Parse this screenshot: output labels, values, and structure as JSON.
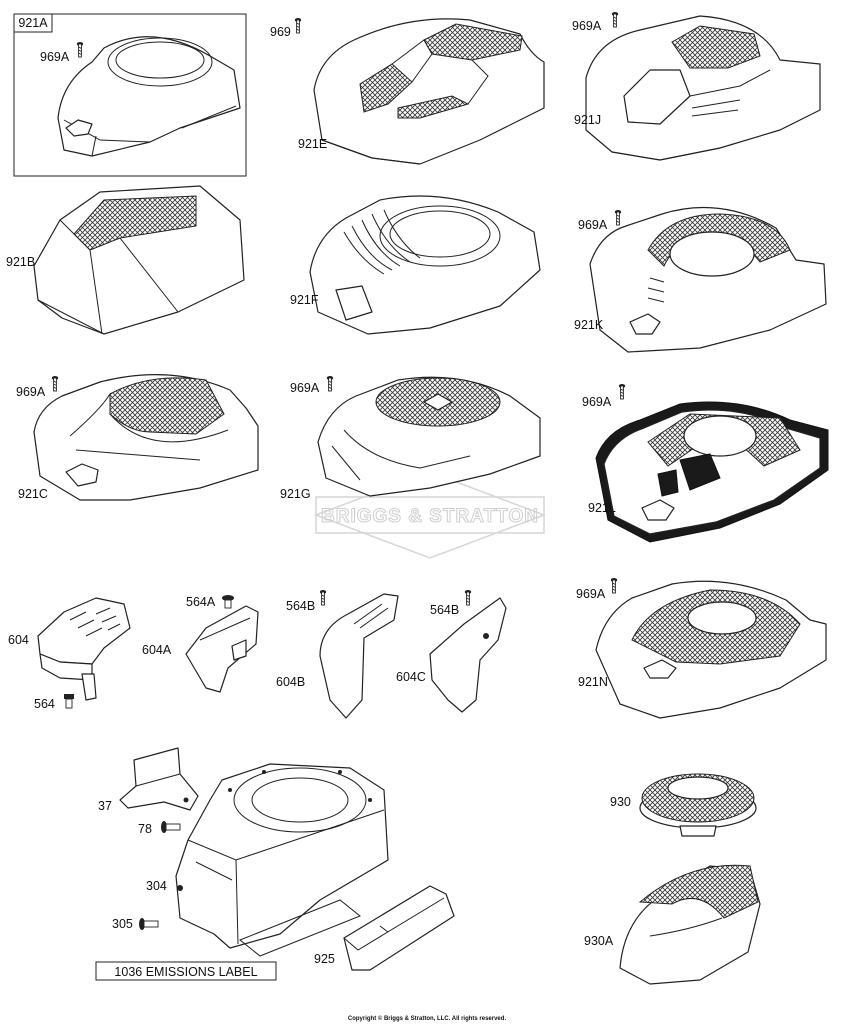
{
  "diagram": {
    "watermark": "BRIGGS & STRATTON",
    "copyright": "Copyright © Briggs & Stratton, LLC. All rights reserved.",
    "emissions_label": "1036 EMISSIONS LABEL",
    "inset_label": "921A",
    "labels": {
      "l_969a_1": "969A",
      "l_969": "969",
      "l_921e": "921E",
      "l_969a_2": "969A",
      "l_921j": "921J",
      "l_921b": "921B",
      "l_921f": "921F",
      "l_969a_3": "969A",
      "l_921k": "921K",
      "l_969a_4": "969A",
      "l_921c": "921C",
      "l_969a_5": "969A",
      "l_921g": "921G",
      "l_969a_6": "969A",
      "l_921l": "921L",
      "l_604": "604",
      "l_564": "564",
      "l_564a": "564A",
      "l_604a": "604A",
      "l_564b_1": "564B",
      "l_604b": "604B",
      "l_564b_2": "564B",
      "l_604c": "604C",
      "l_969a_7": "969A",
      "l_921n": "921N",
      "l_37": "37",
      "l_78": "78",
      "l_304": "304",
      "l_305": "305",
      "l_925": "925",
      "l_930": "930",
      "l_930a": "930A"
    }
  }
}
